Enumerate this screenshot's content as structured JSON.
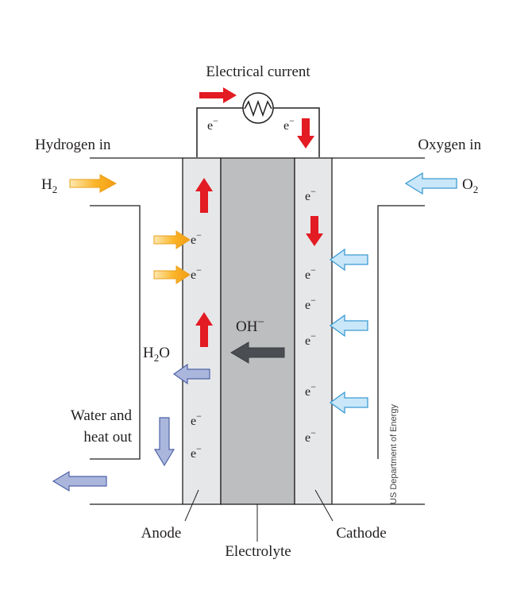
{
  "labels": {
    "electrical_current": "Electrical current",
    "hydrogen_in": "Hydrogen in",
    "oxygen_in": "Oxygen in",
    "h2_main": "H",
    "h2_sub": "2",
    "o2_main": "O",
    "o2_sub": "2",
    "oh_main": "OH",
    "oh_sup": "−",
    "h2o_h": "H",
    "h2o_sub": "2",
    "h2o_o": "O",
    "water_line1": "Water and",
    "water_line2": "heat out",
    "anode": "Anode",
    "cathode": "Cathode",
    "electrolyte": "Electrolyte",
    "credit": "US Department of Energy"
  },
  "electron": {
    "main": "e",
    "sup": "−"
  },
  "colors": {
    "red_arrow": "#e31b23",
    "yellow_arrow": "#f9a825",
    "light_blue_arrow": "#c9e7f8",
    "light_blue_outline": "#3b9bd4",
    "lavender_arrow": "#aab6dc",
    "lavender_outline": "#4f63a8",
    "dark_arrow": "#4a4d52",
    "electrode_fill": "#e6e7e9",
    "electrolyte_fill": "#bcbec0",
    "outline": "#231f20"
  }
}
